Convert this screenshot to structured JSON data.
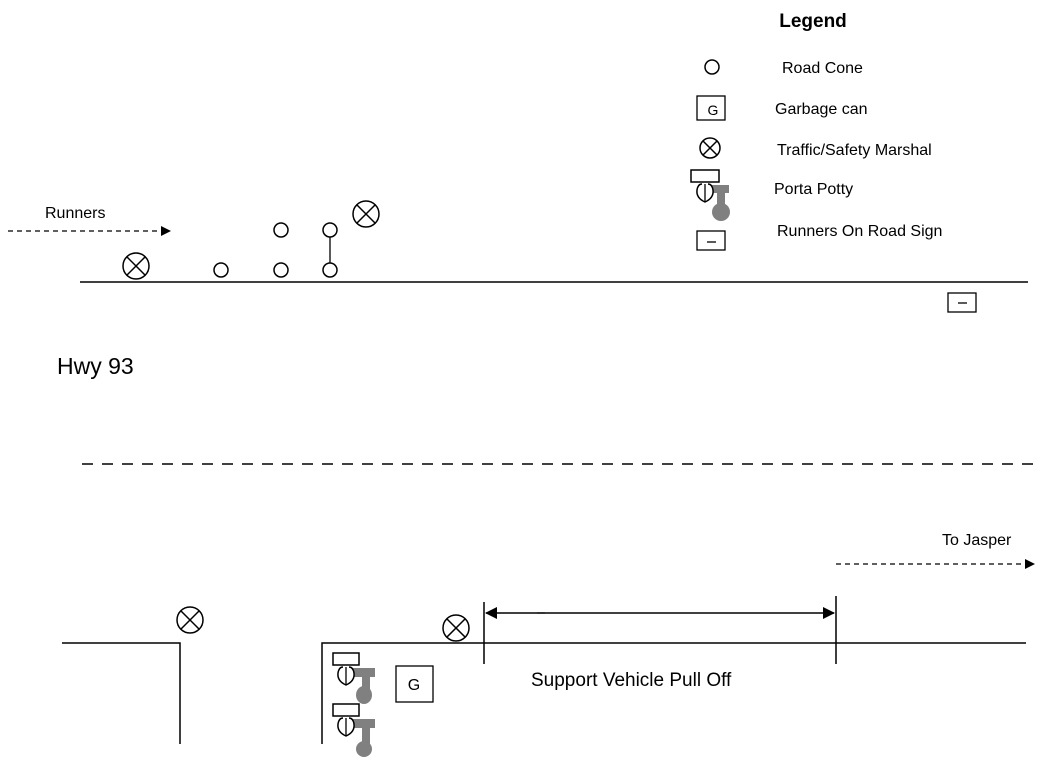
{
  "legend": {
    "title": "Legend",
    "items": [
      {
        "icon": "road-cone-icon",
        "label": "Road Cone"
      },
      {
        "icon": "garbage-can-icon",
        "label": "Garbage can",
        "glyph": "G"
      },
      {
        "icon": "marshal-icon",
        "label": "Traffic/Safety Marshal"
      },
      {
        "icon": "porta-potty-icon",
        "label": "Porta Potty"
      },
      {
        "icon": "road-sign-icon",
        "label": "Runners On Road Sign"
      }
    ]
  },
  "map": {
    "runners_label": "Runners",
    "highway_label": "Hwy 93",
    "to_label": "To Jasper",
    "pulloff_label": "Support Vehicle Pull Off",
    "garbage_glyph": "G"
  },
  "colors": {
    "line": "#000000",
    "potty_fill": "#808080",
    "background": "#ffffff"
  }
}
